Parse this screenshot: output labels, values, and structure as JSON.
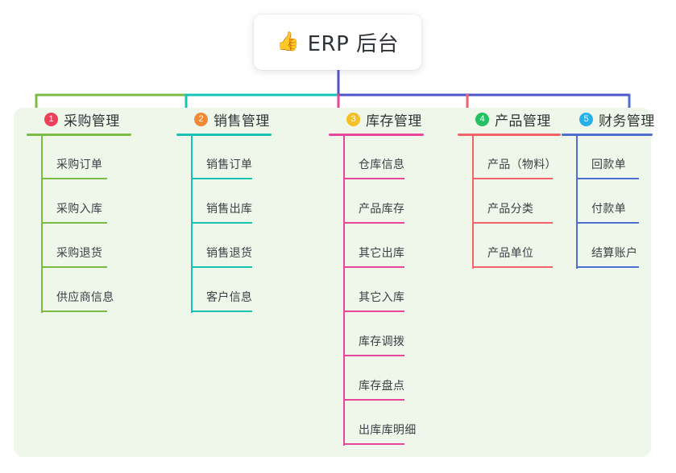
{
  "root": {
    "icon": "thumbs-up-icon",
    "emoji": "👍",
    "title": "ERP 后台"
  },
  "panel": {
    "background": "#eef7e9"
  },
  "columns": [
    {
      "number": "1",
      "title": "采购管理",
      "badge_color": "#ec4059",
      "line_color": "#7cbb45",
      "items": [
        "采购订单",
        "采购入库",
        "采购退货",
        "供应商信息"
      ]
    },
    {
      "number": "2",
      "title": "销售管理",
      "badge_color": "#f08a36",
      "line_color": "#17c4b4",
      "items": [
        "销售订单",
        "销售出库",
        "销售退货",
        "客户信息"
      ]
    },
    {
      "number": "3",
      "title": "库存管理",
      "badge_color": "#f5c024",
      "line_color": "#e8469a",
      "items": [
        "仓库信息",
        "产品库存",
        "其它出库",
        "其它入库",
        "库存调拨",
        "库存盘点",
        "出库库明细"
      ]
    },
    {
      "number": "4",
      "title": "产品管理",
      "badge_color": "#24c162",
      "line_color": "#f4626a",
      "items": [
        "产品（物料）",
        "产品分类",
        "产品单位"
      ]
    },
    {
      "number": "5",
      "title": "财务管理",
      "badge_color": "#2ab0e8",
      "line_color": "#4f6fd0",
      "items": [
        "回款单",
        "付款单",
        "结算账户"
      ]
    }
  ],
  "connectors": {
    "root_stem_color": "#4f55c6",
    "bus_segments": [
      {
        "color": "#7cbb45"
      },
      {
        "color": "#17c4b4"
      },
      {
        "color": "#4f55c6"
      },
      {
        "color": "#4f55c6"
      }
    ],
    "drops": [
      {
        "color": "#7cbb45"
      },
      {
        "color": "#17c4b4"
      },
      {
        "color": "#e8469a"
      },
      {
        "color": "#f4626a"
      },
      {
        "color": "#4f6fd0"
      }
    ]
  }
}
